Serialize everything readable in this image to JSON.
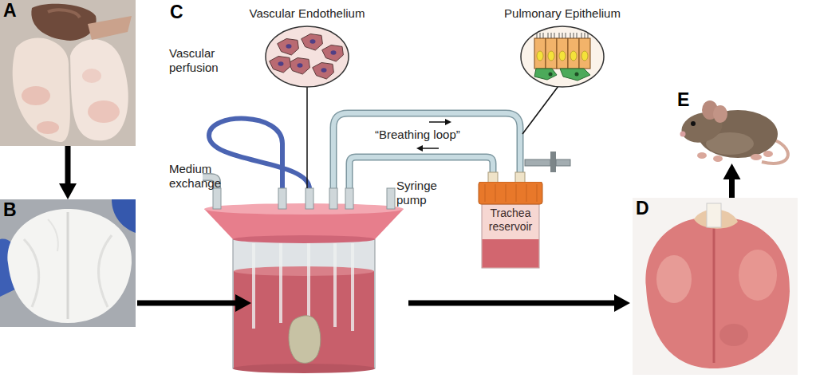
{
  "diagram": {
    "nodes": [
      {
        "text": [
          "A"
        ]
      },
      {
        "text": [
          "B"
        ]
      },
      {
        "text": [
          "Vascular Endothelium"
        ]
      },
      {
        "text": [
          "Pulmonary Epithelium"
        ]
      },
      {
        "text": [
          "Trachea reservoir"
        ]
      },
      {
        "text": [
          "D"
        ]
      },
      {
        "text": [
          "E"
        ]
      }
    ],
    "edges": [
      {
        "from": 0,
        "to": 1,
        "arrow": "to"
      },
      {
        "from": 5,
        "to": 6,
        "arrow": "to"
      }
    ],
    "labels": [
      "C",
      "Vascular perfusion",
      "Medium exchange",
      "“Breathing loop”",
      "Syringe pump"
    ]
  }
}
